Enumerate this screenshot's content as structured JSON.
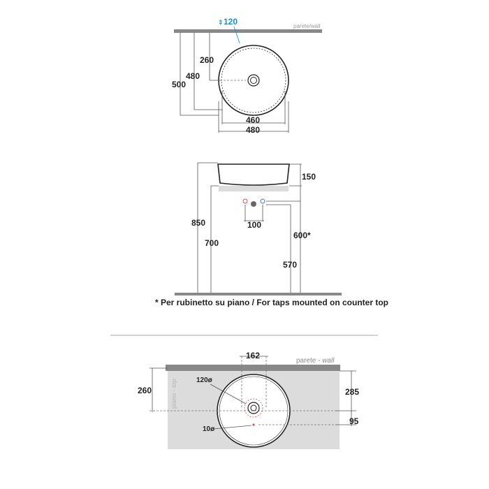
{
  "top_view": {
    "pipe_label": "120",
    "wall_label": "parete/wall",
    "dim_260": "260",
    "dim_480_v": "480",
    "dim_500": "500",
    "dim_460": "460",
    "dim_480_h": "480"
  },
  "side_view": {
    "dim_150": "150",
    "dim_850": "850",
    "dim_700": "700",
    "dim_100": "100",
    "dim_600": "600*",
    "dim_570": "570",
    "footnote": "* Per rubinetto su piano / For taps mounted on counter top"
  },
  "plan_view": {
    "dim_162": "162",
    "wall_label_it": "parete - ",
    "wall_label_en": "wall",
    "piano_label_it": "piano - ",
    "piano_label_en": "top",
    "dim_260": "260",
    "dim_285": "285",
    "dim_95": "95",
    "label_120": "120ø",
    "label_10": "10ø"
  },
  "colors": {
    "wall_bar": "#888888",
    "counter": "#dcdcdc",
    "pipe_blue": "#1a8fd6",
    "hot_red": "#d9534f",
    "cold_blue": "#3a7bd5"
  }
}
